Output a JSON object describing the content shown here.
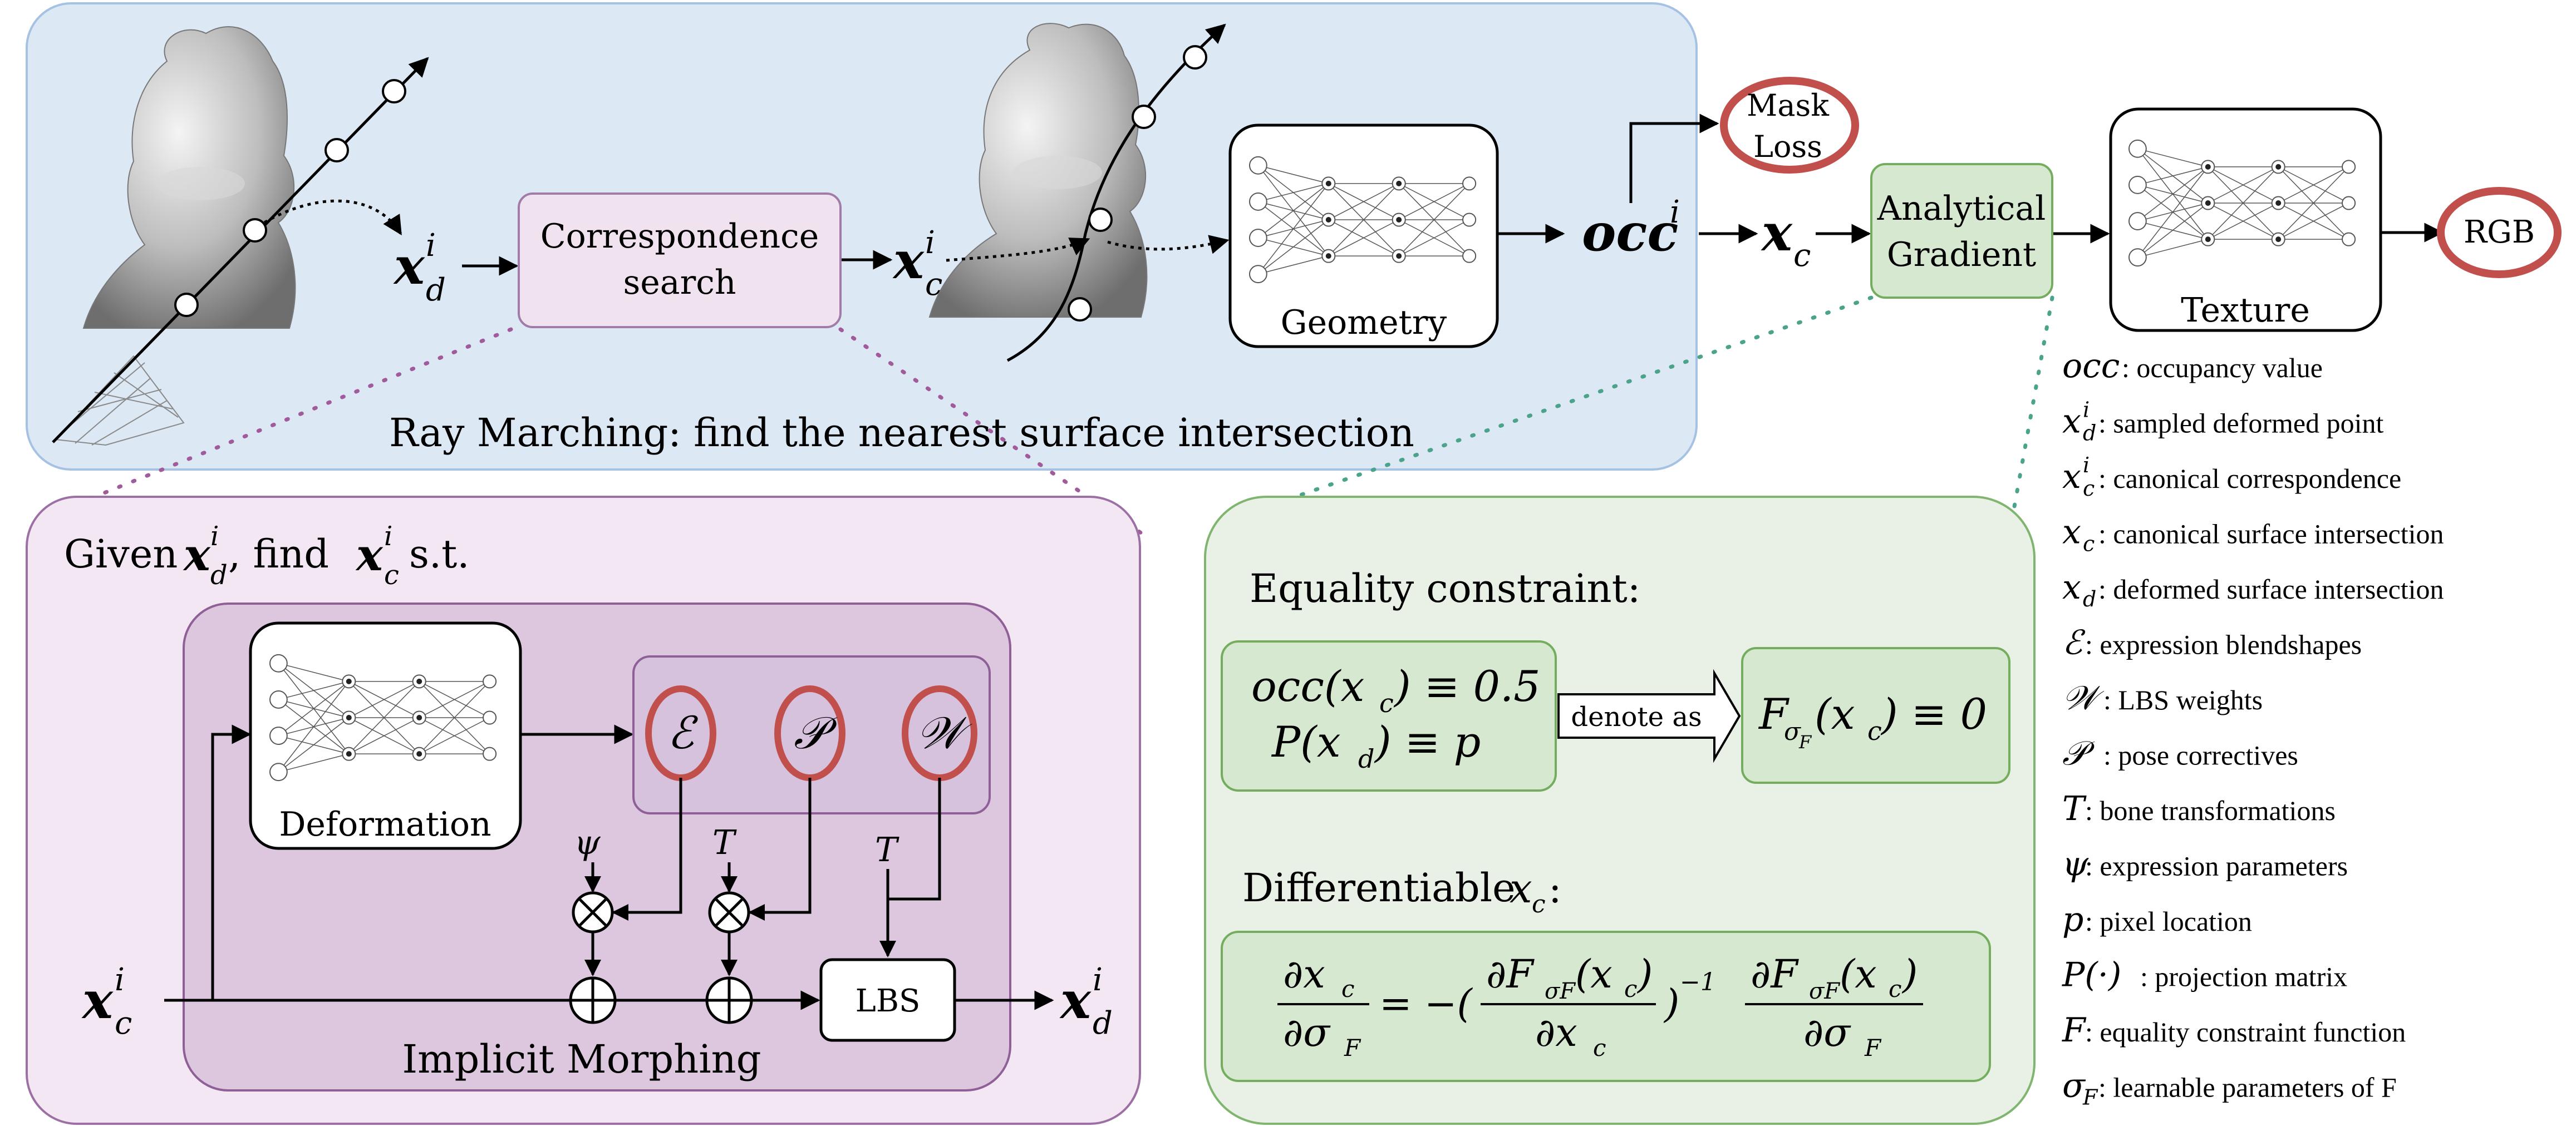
{
  "colors": {
    "top_panel_fill": "#dde8f5",
    "top_panel_stroke": "#a6c2e3",
    "purple_panel_fill": "#f2e7f2",
    "purple_panel_stroke": "#9c70a4",
    "purple_inner_fill": "#dcc7de",
    "green_panel_fill": "#e9f1e7",
    "green_panel_stroke": "#7fb56f",
    "green_box_fill": "#d7e8d1",
    "green_box_stroke": "#74ad5d",
    "red_circle": "#c1504d",
    "dotted_purple": "#a25b9a",
    "dotted_green": "#4aa38a"
  },
  "top": {
    "xd_label": "x",
    "xd_sup": "i",
    "xd_sub": "d",
    "correspondence_line1": "Correspondence",
    "correspondence_line2": "search",
    "xc_label": "x",
    "xc_sup": "i",
    "xc_sub": "c",
    "geometry_label": "Geometry",
    "occ_label": "occ",
    "occ_sup": "i",
    "mask_line1": "Mask",
    "mask_line2": "Loss",
    "xc_out": "x",
    "xc_out_sub": "c",
    "analytical_line1": "Analytical",
    "analytical_line2": "Gradient",
    "texture_label": "Texture",
    "rgb_label": "RGB",
    "ray_marching": "Ray Marching: find the nearest surface intersection"
  },
  "purple": {
    "given_prefix": "Given",
    "given_mid": ", find",
    "given_suffix": "s.t.",
    "deformation_label": "Deformation",
    "E_symbol": "ℰ",
    "P_symbol": "𝒫",
    "W_symbol": "𝒲",
    "psi": "ψ",
    "T1": "T",
    "T2": "T",
    "lbs_label": "LBS",
    "implicit_morphing": "Implicit Morphing",
    "input_x": "x",
    "input_sup": "i",
    "input_sub": "c",
    "output_x": "x",
    "output_sup": "i",
    "output_sub": "d"
  },
  "green": {
    "equality_title": "Equality constraint:",
    "eq_line1": "occ(x",
    "eq_line1_sub": "c",
    "eq_line1_rest": ") ≡ 0.5",
    "eq_line2": "P(x",
    "eq_line2_sub": "d",
    "eq_line2_rest": ") ≡ p",
    "denote_as": "denote as",
    "F_main": "F",
    "F_sub": "σ",
    "F_subsub": "F",
    "F_rest_pre": "(x",
    "F_rest_sub": "c",
    "F_rest_post": ") ≡ 0",
    "differentiable_title": "Differentiable",
    "diff_x": "x",
    "diff_sub": "c",
    "diff_colon": ":",
    "frac1_num": "∂x",
    "frac1_num_sub": "c",
    "frac1_den": "∂σ",
    "frac1_den_sub": "F",
    "equals_minus": "= −(",
    "frac2_num": "∂F",
    "frac2_num_sub": "σF",
    "frac2_num_rest": "(x",
    "frac2_num_rest_sub": "c",
    "frac2_num_close": ")",
    "frac2_den": "∂x",
    "frac2_den_sub": "c",
    "close_paren": ")",
    "inv_exp": "−1",
    "frac3_num": "∂F",
    "frac3_num_sub": "σF",
    "frac3_num_rest": "(x",
    "frac3_num_rest_sub": "c",
    "frac3_num_close": ")",
    "frac3_den": "∂σ",
    "frac3_den_sub": "F"
  },
  "legend": [
    {
      "sym": "occ",
      "sub": "",
      "sup": "",
      "text": ": occupancy value"
    },
    {
      "sym": "x",
      "sub": "d",
      "sup": "i",
      "text": ": sampled deformed point"
    },
    {
      "sym": "x",
      "sub": "c",
      "sup": "i",
      "text": ": canonical correspondence"
    },
    {
      "sym": "x",
      "sub": "c",
      "sup": "",
      "text": ": canonical surface intersection"
    },
    {
      "sym": "x",
      "sub": "d",
      "sup": "",
      "text": ": deformed surface intersection"
    },
    {
      "sym": "ℰ",
      "sub": "",
      "sup": "",
      "text": ": expression blendshapes"
    },
    {
      "sym": "𝒲",
      "sub": "",
      "sup": "",
      "text": ": LBS weights"
    },
    {
      "sym": "𝒫",
      "sub": "",
      "sup": "",
      "text": ": pose correctives"
    },
    {
      "sym": "T",
      "sub": "",
      "sup": "",
      "text": ": bone transformations"
    },
    {
      "sym": "ψ",
      "sub": "",
      "sup": "",
      "text": ": expression parameters"
    },
    {
      "sym": "p",
      "sub": "",
      "sup": "",
      "text": ": pixel location"
    },
    {
      "sym": "P(·)",
      "sub": "",
      "sup": "",
      "text": ": projection matrix"
    },
    {
      "sym": "F",
      "sub": "",
      "sup": "",
      "text": ": equality constraint function"
    },
    {
      "sym": "σ",
      "sub": "F",
      "sup": "",
      "text": ": learnable parameters of F"
    }
  ]
}
